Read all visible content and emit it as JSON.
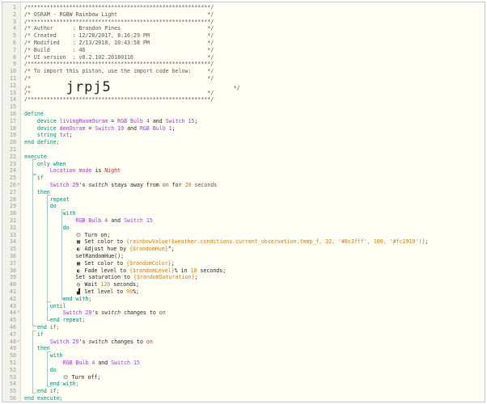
{
  "editor": {
    "import_code": "jrpj5",
    "lines": [
      {
        "n": "1",
        "segs": [
          [
            "c-comment",
            "/*********************************************************/"
          ]
        ]
      },
      {
        "n": "2",
        "segs": [
          [
            "c-comment",
            "/* OSRAM - RGBW Rainbow Light                            */"
          ]
        ]
      },
      {
        "n": "3",
        "segs": [
          [
            "c-comment",
            "/*********************************************************/"
          ]
        ]
      },
      {
        "n": "4",
        "segs": [
          [
            "c-comment",
            "/* Author      : Brandon Pines                           */"
          ]
        ]
      },
      {
        "n": "5",
        "segs": [
          [
            "c-comment",
            "/* Created     : 12/28/2017, 8:16:29 PM                  */"
          ]
        ]
      },
      {
        "n": "6",
        "segs": [
          [
            "c-comment",
            "/* Modified    : 2/13/2018, 10:43:58 PM                  */"
          ]
        ]
      },
      {
        "n": "7",
        "segs": [
          [
            "c-comment",
            "/* Build       : 46                                      */"
          ]
        ]
      },
      {
        "n": "8",
        "segs": [
          [
            "c-comment",
            "/* UI version  : v0.2.102.20180116                       */"
          ]
        ]
      },
      {
        "n": "9",
        "segs": [
          [
            "c-comment",
            "/*********************************************************/"
          ]
        ]
      },
      {
        "n": "10",
        "segs": [
          [
            "c-comment",
            "/* To import this piston, use the import code below:     */"
          ]
        ]
      },
      {
        "n": "11",
        "segs": [
          [
            "c-comment",
            "/*                                                       */"
          ]
        ]
      },
      {
        "n": "12",
        "segs": [
          [
            "c-comment",
            "/*           "
          ],
          [
            "big",
            "jrpj5"
          ],
          [
            "c-comment",
            "                                      */"
          ]
        ]
      },
      {
        "n": "13",
        "segs": [
          [
            "c-comment",
            "/*                                                       */"
          ]
        ]
      },
      {
        "n": "14",
        "segs": [
          [
            "c-comment",
            "/*********************************************************/"
          ]
        ]
      },
      {
        "n": "15",
        "segs": []
      },
      {
        "n": "16",
        "segs": [
          [
            "c-kw",
            "define"
          ]
        ]
      },
      {
        "n": "17",
        "segs": [
          [
            "c-kw",
            "    device "
          ],
          [
            "c-purple",
            "livingRoomOsram"
          ],
          [
            "c-black",
            " = "
          ],
          [
            "c-purple",
            "RGB Bulb 4"
          ],
          [
            "c-black",
            " and "
          ],
          [
            "c-purple",
            "Switch 15"
          ],
          [
            "c-black",
            ";"
          ]
        ]
      },
      {
        "n": "18",
        "segs": [
          [
            "c-kw",
            "    device "
          ],
          [
            "c-purple",
            "denOsram"
          ],
          [
            "c-black",
            " = "
          ],
          [
            "c-purple",
            "Switch 19"
          ],
          [
            "c-black",
            " and "
          ],
          [
            "c-purple",
            "RGB Bulb 1"
          ],
          [
            "c-black",
            ";"
          ]
        ]
      },
      {
        "n": "19",
        "segs": [
          [
            "c-kw",
            "    string "
          ],
          [
            "c-purple",
            "txt"
          ],
          [
            "c-black",
            ";"
          ]
        ]
      },
      {
        "n": "20",
        "segs": [
          [
            "c-kw",
            "end define;"
          ]
        ]
      },
      {
        "n": "21",
        "segs": []
      },
      {
        "n": "22",
        "segs": [
          [
            "c-kw",
            "execute"
          ]
        ]
      },
      {
        "n": "23",
        "segs": [
          [
            "c-kw",
            "    only when"
          ]
        ]
      },
      {
        "n": "24",
        "segs": [
          [
            "c-purple",
            "        Location mode"
          ],
          [
            "c-black",
            " is "
          ],
          [
            "c-red",
            "Night"
          ]
        ]
      },
      {
        "n": "25",
        "segs": [
          [
            "c-kw",
            "    if"
          ]
        ]
      },
      {
        "n": "26",
        "flag": true,
        "segs": [
          [
            "c-purple",
            "        Switch 29"
          ],
          [
            "c-black",
            "'s "
          ],
          [
            "c-ital",
            "switch"
          ],
          [
            "c-black",
            " stays away from "
          ],
          [
            "c-red",
            "on"
          ],
          [
            "c-black",
            " for "
          ],
          [
            "c-num",
            "20"
          ],
          [
            "c-red",
            " seconds"
          ]
        ]
      },
      {
        "n": "27",
        "segs": [
          [
            "c-kw",
            "    then"
          ]
        ]
      },
      {
        "n": "28",
        "segs": [
          [
            "c-kw",
            "        repeat"
          ]
        ]
      },
      {
        "n": "29",
        "segs": [
          [
            "c-kw",
            "        do"
          ]
        ]
      },
      {
        "n": "30",
        "segs": [
          [
            "c-kw",
            "            with"
          ]
        ]
      },
      {
        "n": "31",
        "segs": [
          [
            "c-purple",
            "                RGB Bulb 4"
          ],
          [
            "c-black",
            " and "
          ],
          [
            "c-purple",
            "Switch 15"
          ]
        ]
      },
      {
        "n": "32",
        "segs": [
          [
            "c-kw",
            "            do"
          ]
        ]
      },
      {
        "n": "33",
        "segs": [
          [
            "c-black",
            "                "
          ],
          [
            "ico",
            "⏻"
          ],
          [
            "c-black",
            " Turn on;"
          ]
        ]
      },
      {
        "n": "34",
        "segs": [
          [
            "c-black",
            "                "
          ],
          [
            "ico",
            "▦"
          ],
          [
            "c-black",
            " Set color to "
          ],
          [
            "c-str",
            "{rainbowValue($weather.conditions.current_observation.temp_f, 32, '#8c3fff', 100, '#fc1919')}"
          ],
          [
            "c-black",
            ";"
          ]
        ]
      },
      {
        "n": "35",
        "segs": [
          [
            "c-black",
            "                "
          ],
          [
            "ico",
            "◐"
          ],
          [
            "c-black",
            " Adjust hue by "
          ],
          [
            "c-str",
            "{$randomHue}"
          ],
          [
            "c-black",
            "°;"
          ]
        ]
      },
      {
        "n": "36",
        "segs": [
          [
            "c-black",
            "                setRandomHue();"
          ]
        ]
      },
      {
        "n": "37",
        "segs": [
          [
            "c-black",
            "                "
          ],
          [
            "ico",
            "▦"
          ],
          [
            "c-black",
            " Set color to "
          ],
          [
            "c-str",
            "{$randomColor}"
          ],
          [
            "c-black",
            ";"
          ]
        ]
      },
      {
        "n": "38",
        "segs": [
          [
            "c-black",
            "                "
          ],
          [
            "ico",
            "◐"
          ],
          [
            "c-black",
            " Fade level to "
          ],
          [
            "c-str",
            "{$randomLevel}"
          ],
          [
            "c-black",
            "% in "
          ],
          [
            "c-num",
            "10"
          ],
          [
            "c-black",
            " seconds;"
          ]
        ]
      },
      {
        "n": "39",
        "segs": [
          [
            "c-black",
            "                Set saturation to "
          ],
          [
            "c-str",
            "{$randomSaturation}"
          ],
          [
            "c-black",
            ";"
          ]
        ]
      },
      {
        "n": "40",
        "segs": [
          [
            "c-black",
            "                "
          ],
          [
            "ico",
            "◷"
          ],
          [
            "c-black",
            " Wait "
          ],
          [
            "c-num",
            "120"
          ],
          [
            "c-black",
            " seconds;"
          ]
        ]
      },
      {
        "n": "41",
        "segs": [
          [
            "c-black",
            "                "
          ],
          [
            "ico",
            "▟"
          ],
          [
            "c-black",
            " Set level to "
          ],
          [
            "c-num",
            "90"
          ],
          [
            "c-black",
            "%;"
          ]
        ]
      },
      {
        "n": "42",
        "segs": [
          [
            "c-kw",
            "            end with;"
          ]
        ]
      },
      {
        "n": "43",
        "segs": [
          [
            "c-kw",
            "        until"
          ]
        ]
      },
      {
        "n": "44",
        "flag": true,
        "segs": [
          [
            "c-purple",
            "            Switch 29"
          ],
          [
            "c-black",
            "'s "
          ],
          [
            "c-ital",
            "switch"
          ],
          [
            "c-black",
            " changes to "
          ],
          [
            "c-red",
            "on"
          ]
        ]
      },
      {
        "n": "45",
        "segs": [
          [
            "c-kw",
            "        end repeat;"
          ]
        ]
      },
      {
        "n": "46",
        "segs": [
          [
            "c-kw",
            "    end if;"
          ]
        ]
      },
      {
        "n": "47",
        "segs": [
          [
            "c-kw",
            "    if"
          ]
        ]
      },
      {
        "n": "48",
        "flag": true,
        "segs": [
          [
            "c-purple",
            "        Switch 29"
          ],
          [
            "c-black",
            "'s "
          ],
          [
            "c-ital",
            "switch"
          ],
          [
            "c-black",
            " changes to "
          ],
          [
            "c-red",
            "on"
          ]
        ]
      },
      {
        "n": "49",
        "segs": [
          [
            "c-kw",
            "    then"
          ]
        ]
      },
      {
        "n": "50",
        "segs": [
          [
            "c-kw",
            "        with"
          ]
        ]
      },
      {
        "n": "51",
        "segs": [
          [
            "c-purple",
            "            RGB Bulb 4"
          ],
          [
            "c-black",
            " and "
          ],
          [
            "c-purple",
            "Switch 15"
          ]
        ]
      },
      {
        "n": "52",
        "segs": [
          [
            "c-kw",
            "        do"
          ]
        ]
      },
      {
        "n": "53",
        "segs": [
          [
            "c-black",
            "            "
          ],
          [
            "ico",
            "⏻"
          ],
          [
            "c-black",
            " Turn off;"
          ]
        ]
      },
      {
        "n": "54",
        "segs": [
          [
            "c-kw",
            "        end with;"
          ]
        ]
      },
      {
        "n": "55",
        "segs": [
          [
            "c-kw",
            "    end if;"
          ]
        ]
      },
      {
        "n": "56",
        "segs": [
          [
            "c-kw",
            "end execute;"
          ]
        ]
      }
    ],
    "flag_glyph": "⚡"
  }
}
